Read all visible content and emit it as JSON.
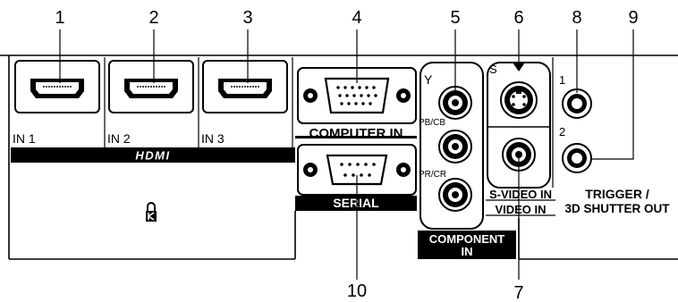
{
  "callouts": {
    "n1": "1",
    "n2": "2",
    "n3": "3",
    "n4": "4",
    "n5": "5",
    "n6": "6",
    "n7": "7",
    "n8": "8",
    "n9": "9",
    "n10": "10"
  },
  "hdmi": {
    "in1": "IN 1",
    "in2": "IN 2",
    "in3": "IN 3",
    "logo": "HDMI"
  },
  "computer_in": "COMPUTER  IN",
  "serial": "SERIAL",
  "component": {
    "y": "Y",
    "pb": "PB/CB",
    "pr": "PR/CR",
    "title_line1": "COMPONENT",
    "title_line2": "IN"
  },
  "svideo": {
    "s": "S",
    "line1": "S-VIDEO IN",
    "line2": "VIDEO IN"
  },
  "trigger": {
    "n1": "1",
    "n2": "2",
    "line1": "TRIGGER /",
    "line2": "3D SHUTTER OUT"
  },
  "icons": [
    "kensington-lock-icon",
    "hdmi-port-icon",
    "vga-port-icon",
    "serial-port-icon",
    "rca-jack-icon",
    "svideo-jack-icon",
    "trigger-jack-icon"
  ]
}
